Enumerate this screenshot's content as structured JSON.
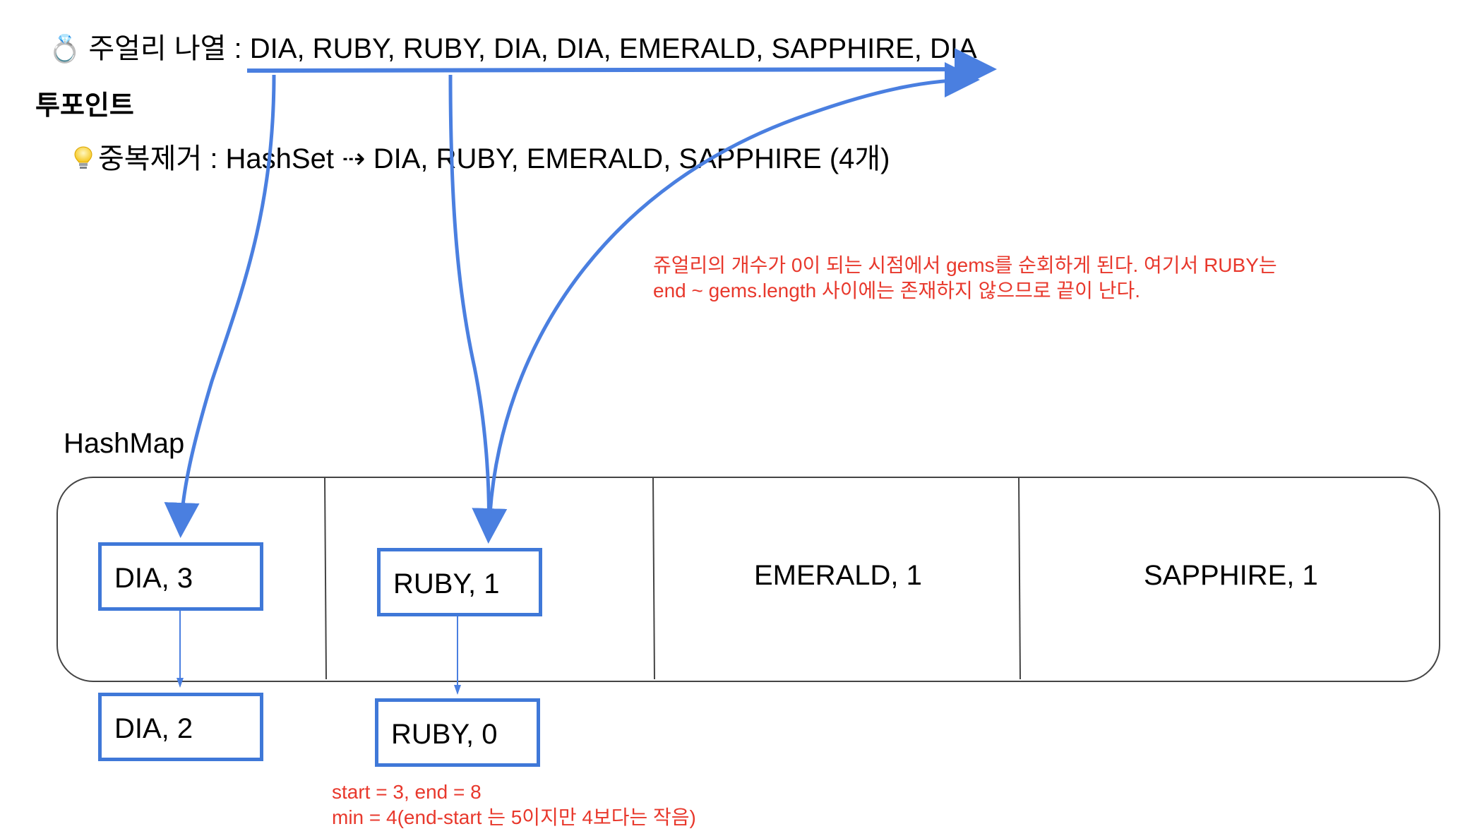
{
  "header": {
    "icon": "ring-icon",
    "text": "주얼리 나열 : DIA, RUBY, RUBY, DIA, DIA, EMERALD, SAPPHIRE, DIA"
  },
  "section_title": "투포인트",
  "dedup": {
    "icon": "lightbulb-icon",
    "text": "중복제거 : HashSet ⇢ DIA, RUBY, EMERALD, SAPPHIRE (4개)"
  },
  "note": {
    "line1": "쥬얼리의 개수가 0이 되는 시점에서 gems를 순회하게 된다. 여기서 RUBY는",
    "line2": "end ~ gems.length 사이에는 존재하지 않으므로 끝이 난다.",
    "color": "#e8382c"
  },
  "hashmap": {
    "label": "HashMap",
    "cells": [
      {
        "current": "DIA, 3",
        "next": "DIA, 2"
      },
      {
        "current": "RUBY, 1",
        "next": "RUBY, 0"
      },
      {
        "current": "EMERALD, 1"
      },
      {
        "current": "SAPPHIRE, 1"
      }
    ]
  },
  "calc": {
    "line1": "start = 3, end = 8",
    "line2": "min = 4(end-start 는 5이지만 4보다는 작음)"
  },
  "colors": {
    "arrow": "#4a7fe0",
    "box_border": "#3f78d8",
    "annotation": "#e8382c"
  }
}
